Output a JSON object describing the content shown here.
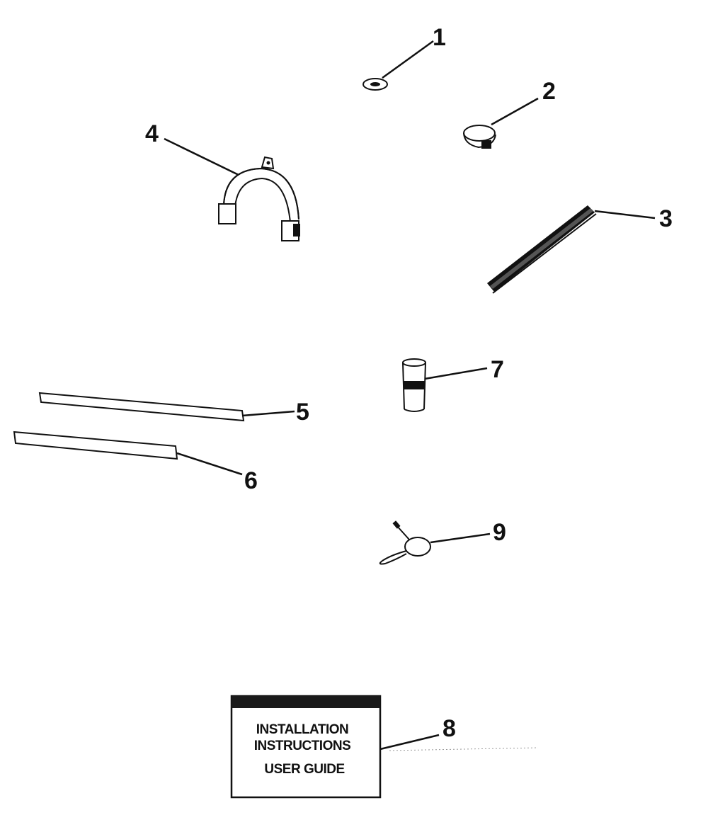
{
  "callouts": [
    {
      "id": "1",
      "label": "1"
    },
    {
      "id": "2",
      "label": "2"
    },
    {
      "id": "3",
      "label": "3"
    },
    {
      "id": "4",
      "label": "4"
    },
    {
      "id": "5",
      "label": "5"
    },
    {
      "id": "6",
      "label": "6"
    },
    {
      "id": "7",
      "label": "7"
    },
    {
      "id": "8",
      "label": "8"
    },
    {
      "id": "9",
      "label": "9"
    }
  ],
  "booklet": {
    "line1": "INSTALLATION",
    "line2": "INSTRUCTIONS",
    "line3": "USER GUIDE"
  },
  "colors": {
    "ink": "#111111",
    "paper": "#ffffff",
    "booklet_band": "#1a1a1a"
  }
}
